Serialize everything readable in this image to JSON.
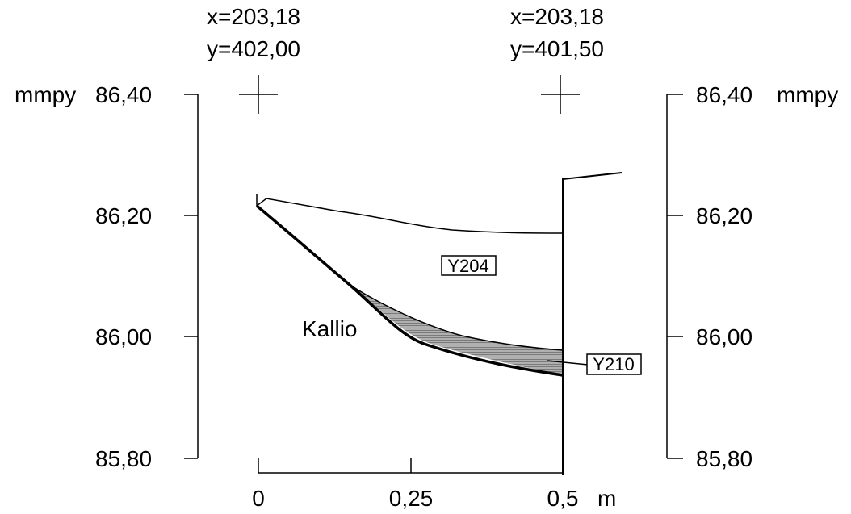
{
  "colors": {
    "ink": "#000000",
    "background": "#ffffff",
    "layer_fill": "#a9a9a9"
  },
  "diagram": {
    "left_coord": {
      "x_text": "x=203,18",
      "y_text": "y=402,00"
    },
    "right_coord": {
      "x_text": "x=203,18",
      "y_text": "y=401,50"
    },
    "left_axis": {
      "unit": "mmpy",
      "ticks": [
        "86,40",
        "86,20",
        "86,00",
        "85,80"
      ]
    },
    "right_axis": {
      "unit": "mmpy",
      "ticks": [
        "86,40",
        "86,20",
        "86,00",
        "85,80"
      ]
    },
    "bottom_axis": {
      "ticks": [
        "0",
        "0,25",
        "0,5"
      ],
      "unit": "m"
    },
    "labels": {
      "layer_top": "Y204",
      "layer_bottom": "Y210",
      "rock": "Kallio"
    }
  }
}
